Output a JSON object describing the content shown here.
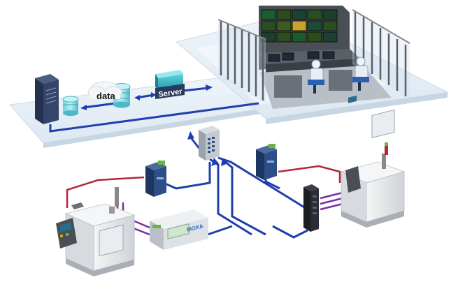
{
  "diagram": {
    "labels": {
      "data": "data",
      "server": "Server",
      "moxa": "MOXA"
    },
    "colors": {
      "ethernet": "#1f3fae",
      "serial_red": "#b3263d",
      "serial_purple": "#7a2ea5",
      "platform": "#e4eef7",
      "platform_edge": "#c8d8e8",
      "server_box": "#2aa9b8",
      "device_blue": "#2d4e86",
      "device_green": "#69b63a"
    },
    "icons": [
      "server-tower-icon",
      "database-icon",
      "cloud-icon",
      "server-icon",
      "control-room-icon",
      "operator-icon",
      "ethernet-switch-icon",
      "serial-device-server-icon",
      "io-controller-icon",
      "cnc-machine-icon"
    ]
  }
}
